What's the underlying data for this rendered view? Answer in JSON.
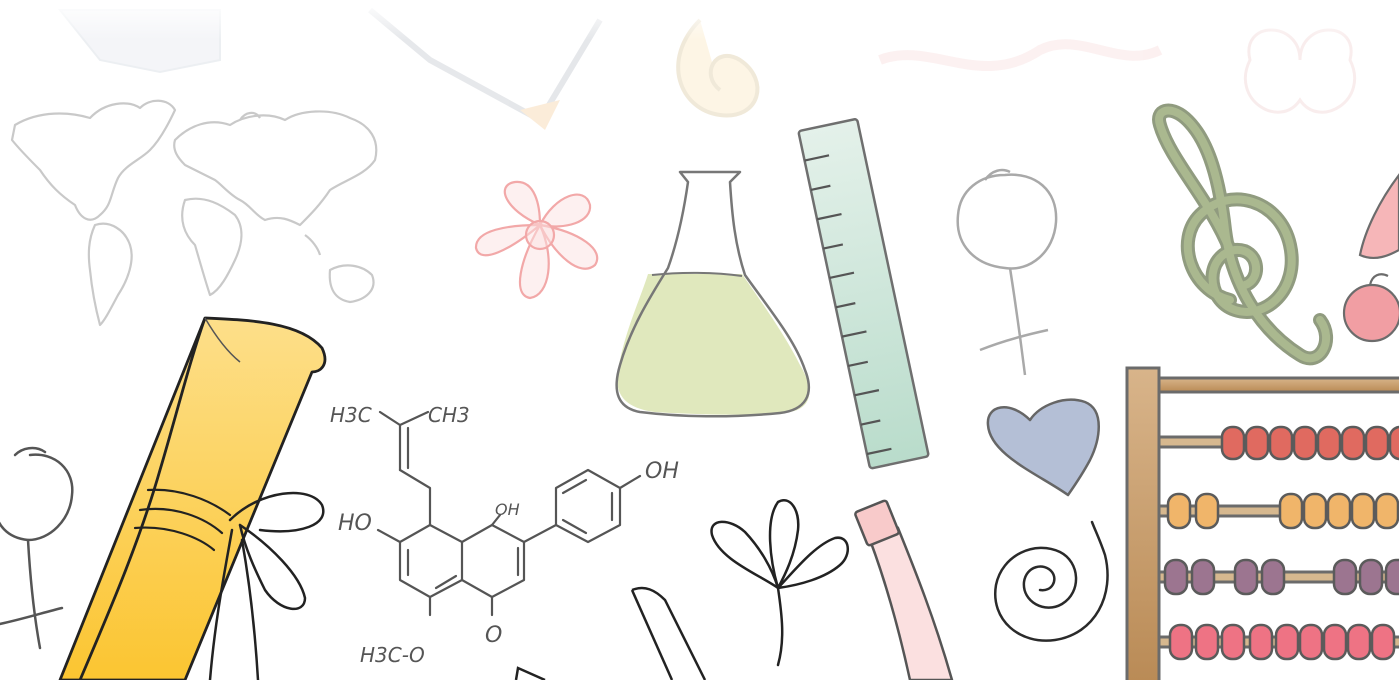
{
  "molecule": {
    "labels": {
      "h3c_left": "H3C",
      "ch3_right": "CH3",
      "ho_left": "HO",
      "oh_ring": "OH",
      "oh_top_right": "OH",
      "h3c_o": "H3C-O",
      "o_ketone": "O"
    }
  },
  "palette": {
    "scroll": "#fbc531",
    "flask_liquid": "#e0e8bd",
    "ruler": "#c9e3d6",
    "heart": "#b4bfd6",
    "clef": "#9aa981",
    "flower": "#f2a8a8",
    "abacus_red": "#e06a60",
    "abacus_orange": "#f0b56a",
    "abacus_purple": "#9c7590",
    "abacus_pink": "#ee7384",
    "abacus_frame": "#c99b6a"
  }
}
